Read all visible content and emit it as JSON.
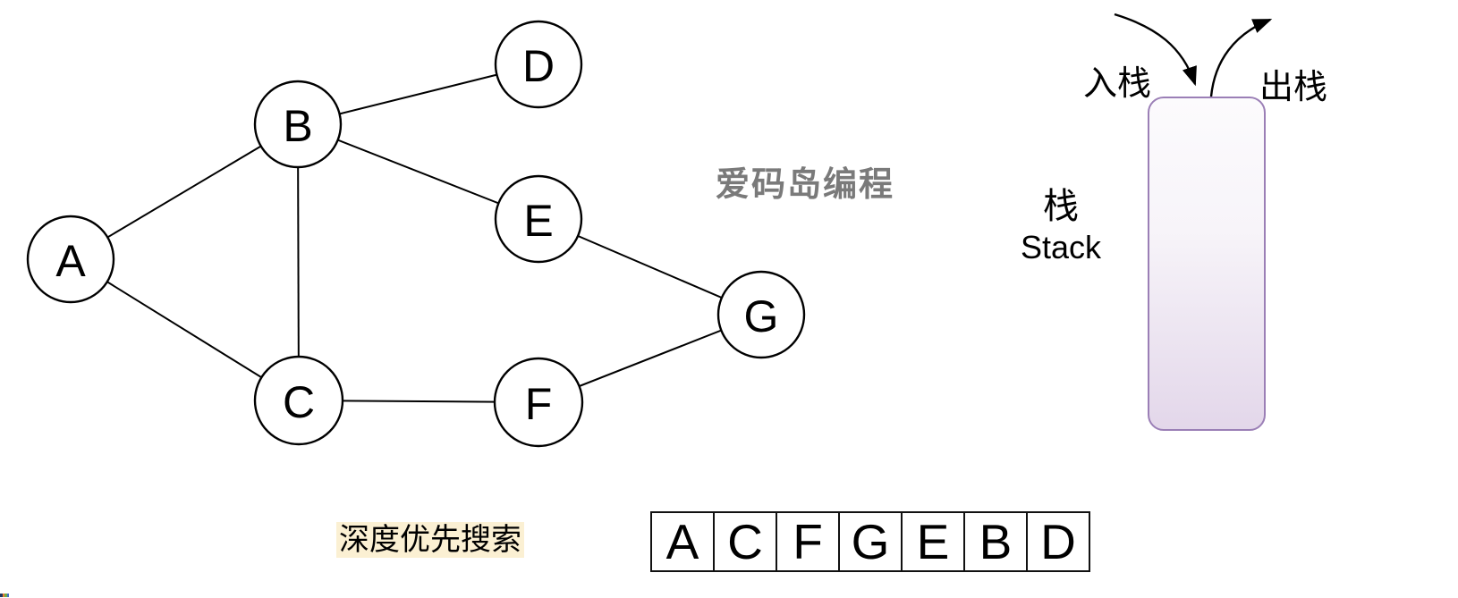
{
  "watermark": {
    "text": "爱码岛编程",
    "color": "#7a7a7a"
  },
  "graph": {
    "nodes": [
      {
        "id": "A",
        "label": "A"
      },
      {
        "id": "B",
        "label": "B"
      },
      {
        "id": "C",
        "label": "C"
      },
      {
        "id": "D",
        "label": "D"
      },
      {
        "id": "E",
        "label": "E"
      },
      {
        "id": "F",
        "label": "F"
      },
      {
        "id": "G",
        "label": "G"
      }
    ],
    "edges": [
      "A-B",
      "A-C",
      "B-C",
      "B-D",
      "B-E",
      "C-F",
      "E-G",
      "F-G"
    ]
  },
  "stack": {
    "push_label": "入栈",
    "pop_label": "出栈",
    "title_zh": "栈",
    "title_en": "Stack",
    "border_color": "#9b7fb6",
    "fill_top": "#fcfbfd",
    "fill_bottom": "#e3d7ea"
  },
  "dfs": {
    "label": "深度优先搜索",
    "highlight_color": "#fbf0d3"
  },
  "result_array": {
    "cells": [
      "A",
      "C",
      "F",
      "G",
      "E",
      "B",
      "D"
    ]
  }
}
